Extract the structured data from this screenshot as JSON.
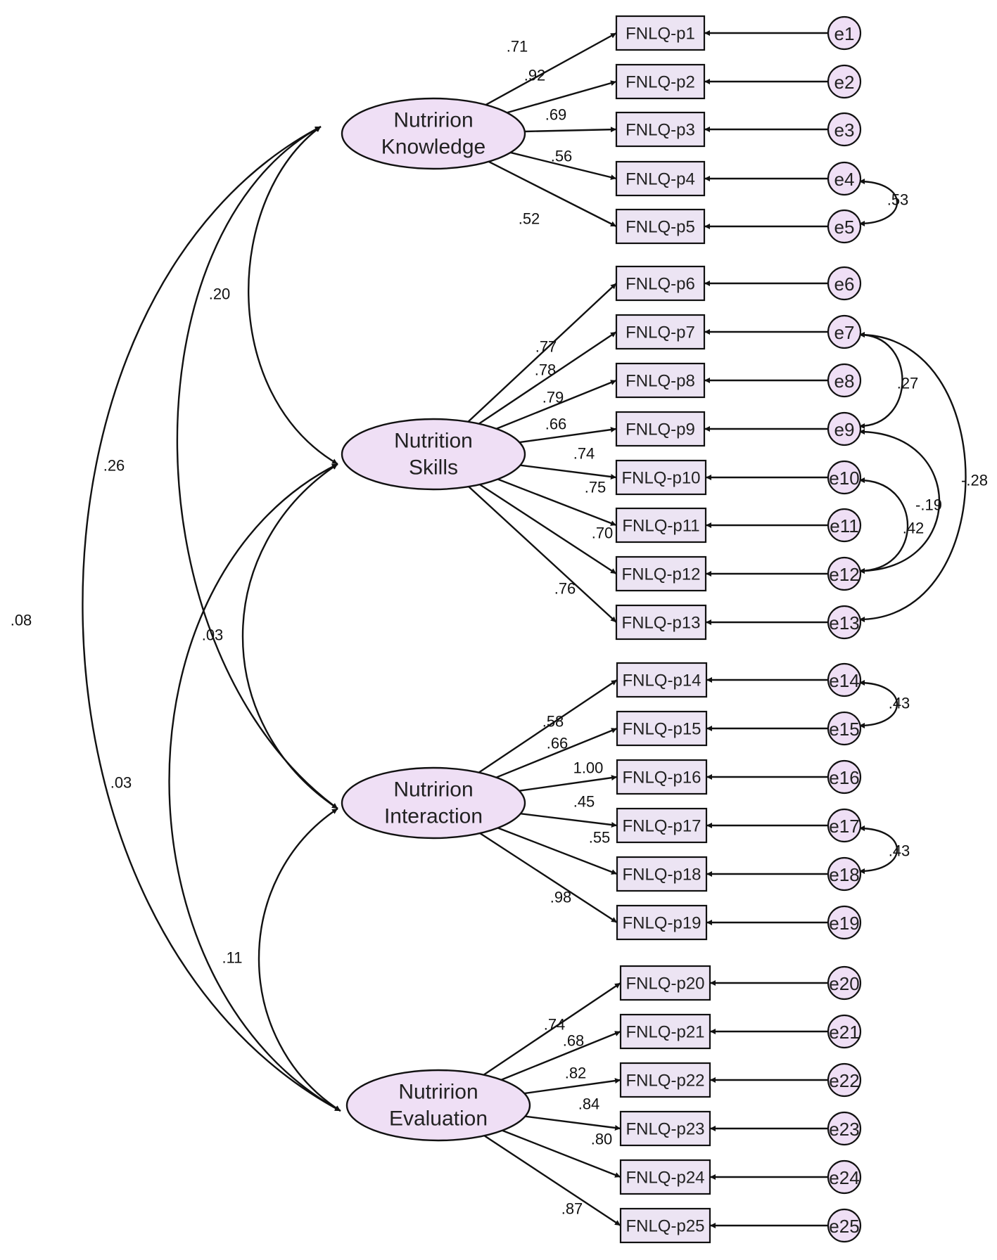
{
  "colors": {
    "latent_fill": "#efdff5",
    "indicator_fill": "#ece4f3",
    "error_fill": "#efdff5",
    "stroke": "#111111"
  },
  "latents": [
    {
      "id": "know",
      "line1": "Nutririon",
      "line2": "Knowledge"
    },
    {
      "id": "skill",
      "line1": "Nutrition",
      "line2": "Skills"
    },
    {
      "id": "inter",
      "line1": "Nutririon",
      "line2": "Interaction"
    },
    {
      "id": "eval",
      "line1": "Nutririon",
      "line2": "Evaluation"
    }
  ],
  "indicators": [
    {
      "label": "FNLQ-p1",
      "error": "e1",
      "latent": "know",
      "loading": ".71"
    },
    {
      "label": "FNLQ-p2",
      "error": "e2",
      "latent": "know",
      "loading": ".92"
    },
    {
      "label": "FNLQ-p3",
      "error": "e3",
      "latent": "know",
      "loading": ".69"
    },
    {
      "label": "FNLQ-p4",
      "error": "e4",
      "latent": "know",
      "loading": ".56"
    },
    {
      "label": "FNLQ-p5",
      "error": "e5",
      "latent": "know",
      "loading": ".52"
    },
    {
      "label": "FNLQ-p6",
      "error": "e6",
      "latent": "skill",
      "loading": ".77"
    },
    {
      "label": "FNLQ-p7",
      "error": "e7",
      "latent": "skill",
      "loading": ".78"
    },
    {
      "label": "FNLQ-p8",
      "error": "e8",
      "latent": "skill",
      "loading": ".79"
    },
    {
      "label": "FNLQ-p9",
      "error": "e9",
      "latent": "skill",
      "loading": ".66"
    },
    {
      "label": "FNLQ-p10",
      "error": "e10",
      "latent": "skill",
      "loading": ".74"
    },
    {
      "label": "FNLQ-p11",
      "error": "e11",
      "latent": "skill",
      "loading": ".75"
    },
    {
      "label": "FNLQ-p12",
      "error": "e12",
      "latent": "skill",
      "loading": ".70"
    },
    {
      "label": "FNLQ-p13",
      "error": "e13",
      "latent": "skill",
      "loading": ".76"
    },
    {
      "label": "FNLQ-p14",
      "error": "e14",
      "latent": "inter",
      "loading": ".58"
    },
    {
      "label": "FNLQ-p15",
      "error": "e15",
      "latent": "inter",
      "loading": ".66"
    },
    {
      "label": "FNLQ-p16",
      "error": "e16",
      "latent": "inter",
      "loading": "1.00"
    },
    {
      "label": "FNLQ-p17",
      "error": "e17",
      "latent": "inter",
      "loading": ".45"
    },
    {
      "label": "FNLQ-p18",
      "error": "e18",
      "latent": "inter",
      "loading": ".55"
    },
    {
      "label": "FNLQ-p19",
      "error": "e19",
      "latent": "inter",
      "loading": ".98"
    },
    {
      "label": "FNLQ-p20",
      "error": "e20",
      "latent": "eval",
      "loading": ".74"
    },
    {
      "label": "FNLQ-p21",
      "error": "e21",
      "latent": "eval",
      "loading": ".68"
    },
    {
      "label": "FNLQ-p22",
      "error": "e22",
      "latent": "eval",
      "loading": ".82"
    },
    {
      "label": "FNLQ-p23",
      "error": "e23",
      "latent": "eval",
      "loading": ".84"
    },
    {
      "label": "FNLQ-p24",
      "error": "e24",
      "latent": "eval",
      "loading": ".80"
    },
    {
      "label": "FNLQ-p25",
      "error": "e25",
      "latent": "eval",
      "loading": ".87"
    }
  ],
  "factor_covariances": [
    {
      "from": "know",
      "to": "skill",
      "value": ".20"
    },
    {
      "from": "know",
      "to": "inter",
      "value": ".26"
    },
    {
      "from": "know",
      "to": "eval",
      "value": ".08"
    },
    {
      "from": "skill",
      "to": "inter",
      "value": ".03"
    },
    {
      "from": "skill",
      "to": "eval",
      "value": ".03"
    },
    {
      "from": "inter",
      "to": "eval",
      "value": ".11"
    }
  ],
  "error_covariances": [
    {
      "from": "e4",
      "to": "e5",
      "value": ".53"
    },
    {
      "from": "e7",
      "to": "e9",
      "value": ".27"
    },
    {
      "from": "e7",
      "to": "e13",
      "value": "-.28"
    },
    {
      "from": "e9",
      "to": "e12",
      "value": "-.19"
    },
    {
      "from": "e10",
      "to": "e12",
      "value": ".42"
    },
    {
      "from": "e14",
      "to": "e15",
      "value": ".43"
    },
    {
      "from": "e17",
      "to": "e18",
      "value": ".43"
    }
  ]
}
